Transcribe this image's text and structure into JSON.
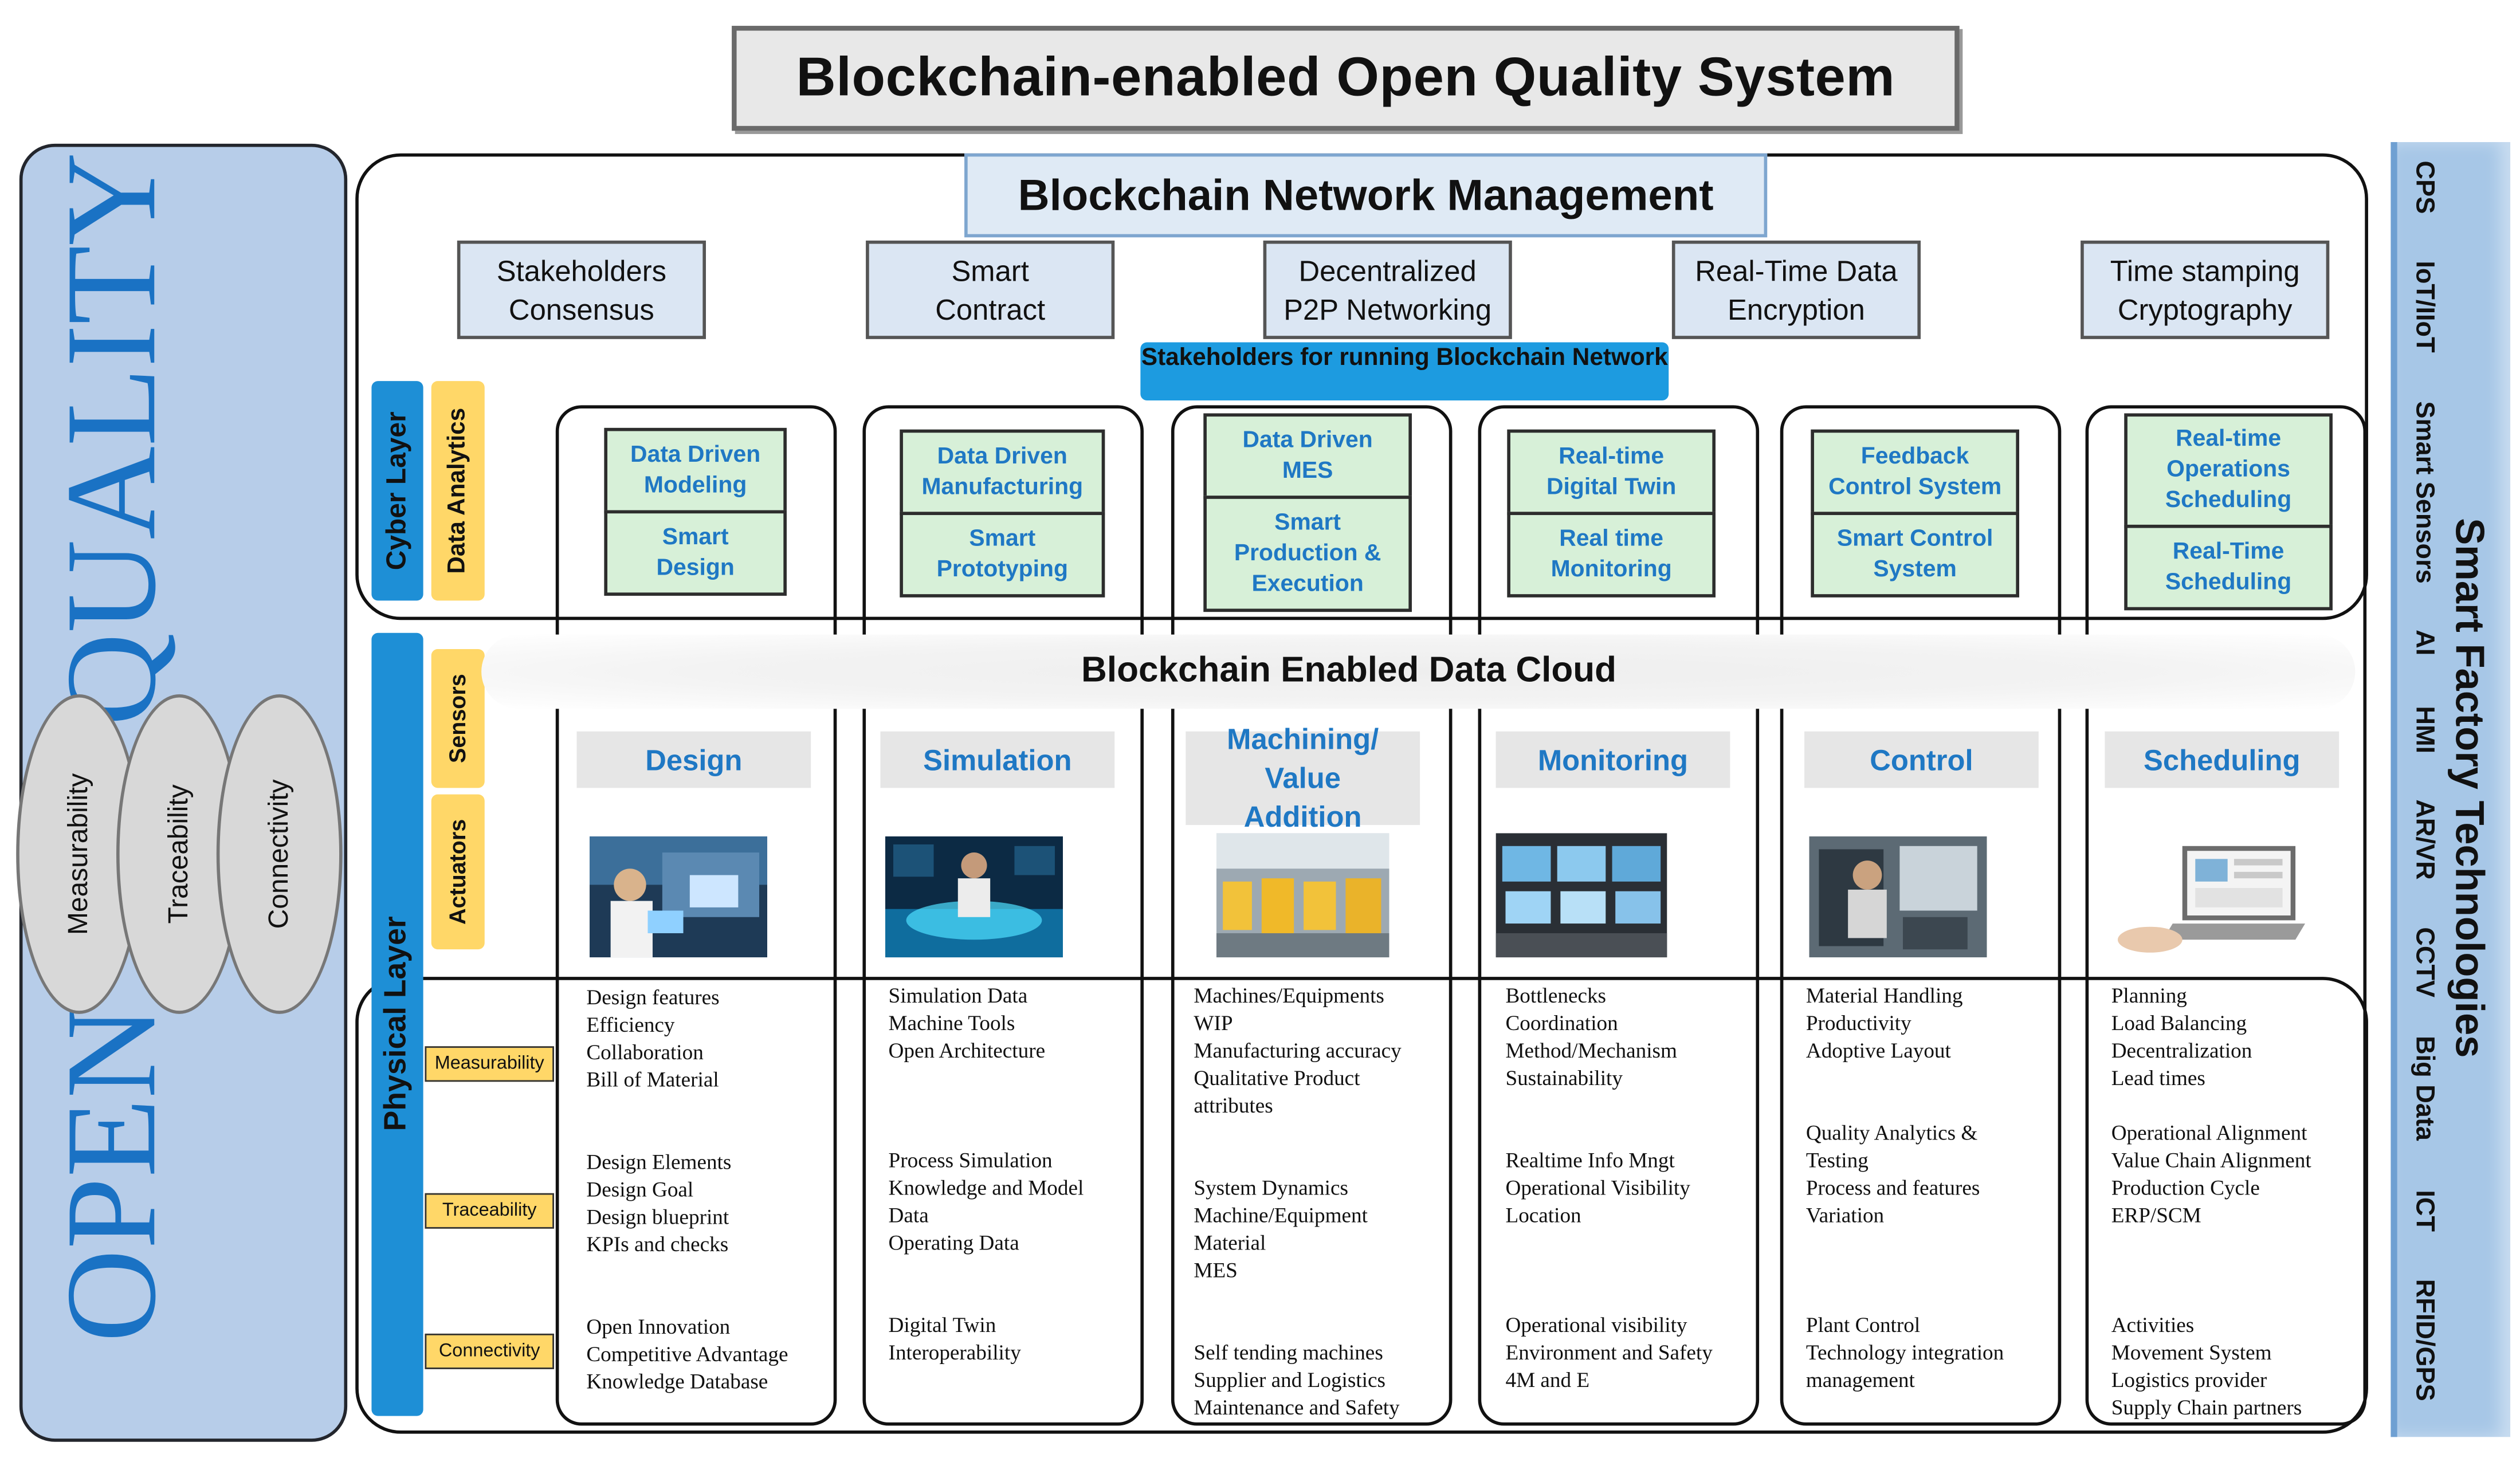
{
  "title": "Blockchain-enabled Open Quality System",
  "open_quality": {
    "quality_word": "QUALITY",
    "open_word": "OPEN",
    "pillars": [
      "Measurability",
      "Traceability",
      "Connectivity"
    ]
  },
  "network": {
    "header": "Blockchain Network Management",
    "components": [
      [
        "Stakeholders",
        "Consensus"
      ],
      [
        "Smart",
        "Contract"
      ],
      [
        "Decentralized",
        "P2P Networking"
      ],
      [
        "Real-Time Data",
        "Encryption"
      ],
      [
        "Time stamping",
        "Cryptography"
      ]
    ],
    "stakeholders_bar": "Stakeholders for running Blockchain Network"
  },
  "layers": {
    "cyber": "Cyber Layer",
    "data_analytics": "Data Analytics",
    "physical": "Physical Layer",
    "sensors": "Sensors",
    "actuators": "Actuators"
  },
  "cloud_label": "Blockchain Enabled Data Cloud",
  "row_labels": [
    "Measurability",
    "Traceability",
    "Connectivity"
  ],
  "columns": [
    {
      "analytics": [
        [
          "Data Driven",
          "Modeling"
        ],
        [
          "Smart",
          "Design"
        ]
      ],
      "phase": "Design",
      "measurability": [
        "Design features",
        "Efficiency",
        "Collaboration",
        "Bill of Material"
      ],
      "traceability": [
        "Design Elements",
        "Design Goal",
        "Design blueprint",
        "KPIs and checks"
      ],
      "connectivity": [
        "Open Innovation",
        "Competitive Advantage",
        "Knowledge Database"
      ]
    },
    {
      "analytics": [
        [
          "Data Driven",
          "Manufacturing"
        ],
        [
          "Smart",
          "Prototyping"
        ]
      ],
      "phase": "Simulation",
      "measurability": [
        "Simulation Data",
        "Machine Tools",
        "Open Architecture"
      ],
      "traceability": [
        "Process Simulation",
        "Knowledge and Model",
        "Data",
        "Operating Data"
      ],
      "connectivity": [
        "Digital Twin",
        "Interoperability"
      ]
    },
    {
      "analytics": [
        [
          "Data Driven",
          "MES"
        ],
        [
          "Smart",
          "Production &",
          "Execution"
        ]
      ],
      "phase": "Machining/ Value Addition",
      "measurability": [
        "Machines/Equipments",
        "WIP",
        "Manufacturing accuracy",
        "Qualitative Product",
        "attributes"
      ],
      "traceability": [
        "System Dynamics",
        "Machine/Equipment",
        "Material",
        "MES"
      ],
      "connectivity": [
        "Self tending machines",
        "Supplier and Logistics",
        "Maintenance and Safety"
      ]
    },
    {
      "analytics": [
        [
          "Real-time",
          "Digital Twin"
        ],
        [
          "Real time",
          "Monitoring"
        ]
      ],
      "phase": "Monitoring",
      "measurability": [
        "Bottlenecks",
        "Coordination",
        "Method/Mechanism",
        "Sustainability"
      ],
      "traceability": [
        "Realtime Info Mngt",
        "Operational Visibility",
        "Location"
      ],
      "connectivity": [
        "Operational visibility",
        "Environment and Safety",
        "4M and E"
      ]
    },
    {
      "analytics": [
        [
          "Feedback",
          "Control System"
        ],
        [
          "Smart Control",
          "System"
        ]
      ],
      "phase": "Control",
      "measurability": [
        "Material Handling",
        "Productivity",
        "Adoptive Layout"
      ],
      "traceability": [
        "Quality Analytics &",
        "Testing",
        "Process and features",
        "Variation"
      ],
      "connectivity": [
        "Plant Control",
        "Technology integration",
        "management"
      ]
    },
    {
      "analytics": [
        [
          "Real-time",
          "Operations",
          "Scheduling"
        ],
        [
          "Real-Time",
          "Scheduling"
        ]
      ],
      "phase": "Scheduling",
      "measurability": [
        "Planning",
        "Load Balancing",
        "Decentralization",
        "Lead times"
      ],
      "traceability": [
        "Operational Alignment",
        "Value Chain Alignment",
        "Production Cycle",
        "ERP/SCM"
      ],
      "connectivity": [
        "Activities",
        "Movement System",
        "Logistics provider",
        "Supply Chain partners"
      ]
    }
  ],
  "technologies": {
    "heading": "Smart Factory Technologies",
    "items": [
      "CPS",
      "IoT/IIoT",
      "Smart Sensors",
      "AI",
      "HMI",
      "AR/VR",
      "CCTV",
      "Big Data",
      "ICT",
      "RFID/GPS"
    ]
  },
  "colors": {
    "accent_blue": "#1f78c4",
    "layer_blue": "#1e8fd6",
    "layer_yellow": "#ffd768",
    "analytics_green": "#d7f0d8",
    "panel_blue": "#b7cde9",
    "component_blue": "#dbe6f3"
  }
}
